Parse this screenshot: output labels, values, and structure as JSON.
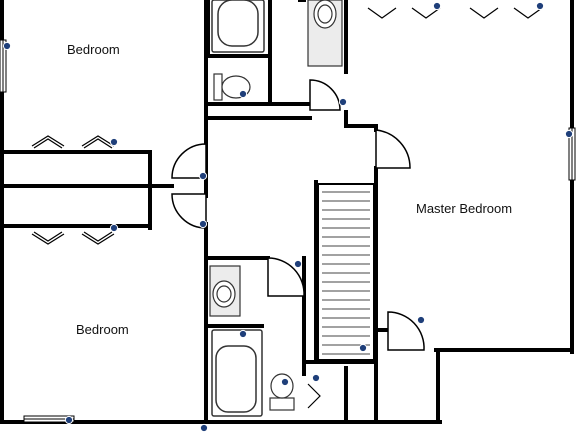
{
  "rooms": [
    {
      "id": "bedroom-top",
      "label": "Bedroom"
    },
    {
      "id": "bedroom-bottom",
      "label": "Bedroom"
    },
    {
      "id": "master-bedroom",
      "label": "Master Bedroom"
    }
  ],
  "colors": {
    "wall": "#000000",
    "fixture_line": "#333333",
    "fixture_fill": "#ffffff",
    "marker_fill": "#1f3f7a",
    "marker_stroke": "#ffffff"
  },
  "icons": {
    "marker": "info-marker-icon",
    "door": "door-swing-icon",
    "window": "window-icon",
    "closet_door": "bifold-door-icon",
    "stairs": "stairs-icon",
    "tub": "bathtub-icon",
    "sink": "sink-icon",
    "toilet": "toilet-icon"
  }
}
